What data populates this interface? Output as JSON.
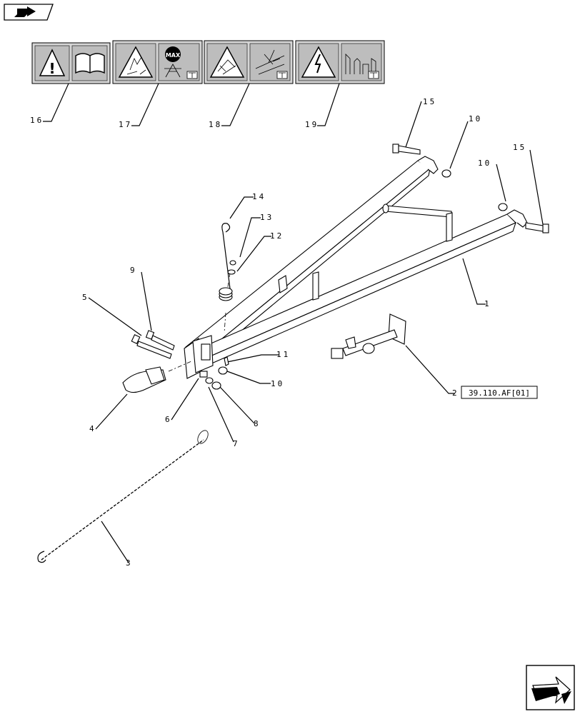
{
  "callouts": [
    {
      "id": "1",
      "text": "1"
    },
    {
      "id": "2",
      "text": "2"
    },
    {
      "id": "3",
      "text": "3"
    },
    {
      "id": "4",
      "text": "4"
    },
    {
      "id": "5",
      "text": "5"
    },
    {
      "id": "6",
      "text": "6"
    },
    {
      "id": "7",
      "text": "7"
    },
    {
      "id": "8",
      "text": "8"
    },
    {
      "id": "9",
      "text": "9"
    },
    {
      "id": "10a",
      "text": "10"
    },
    {
      "id": "10b",
      "text": "10"
    },
    {
      "id": "10c",
      "text": "10"
    },
    {
      "id": "11",
      "text": "11"
    },
    {
      "id": "12",
      "text": "12"
    },
    {
      "id": "13",
      "text": "13"
    },
    {
      "id": "14",
      "text": "14"
    },
    {
      "id": "15a",
      "text": "15"
    },
    {
      "id": "15b",
      "text": "15"
    },
    {
      "id": "16",
      "text": "16"
    },
    {
      "id": "17",
      "text": "17"
    },
    {
      "id": "18",
      "text": "18"
    },
    {
      "id": "19",
      "text": "19"
    }
  ],
  "reference": {
    "text": "39.110.AF[01]"
  },
  "decals": {
    "max_text": "MAX"
  },
  "icons": {
    "top_left": "book-arrow-icon",
    "bottom_right": "next-page-arrow-icon"
  }
}
